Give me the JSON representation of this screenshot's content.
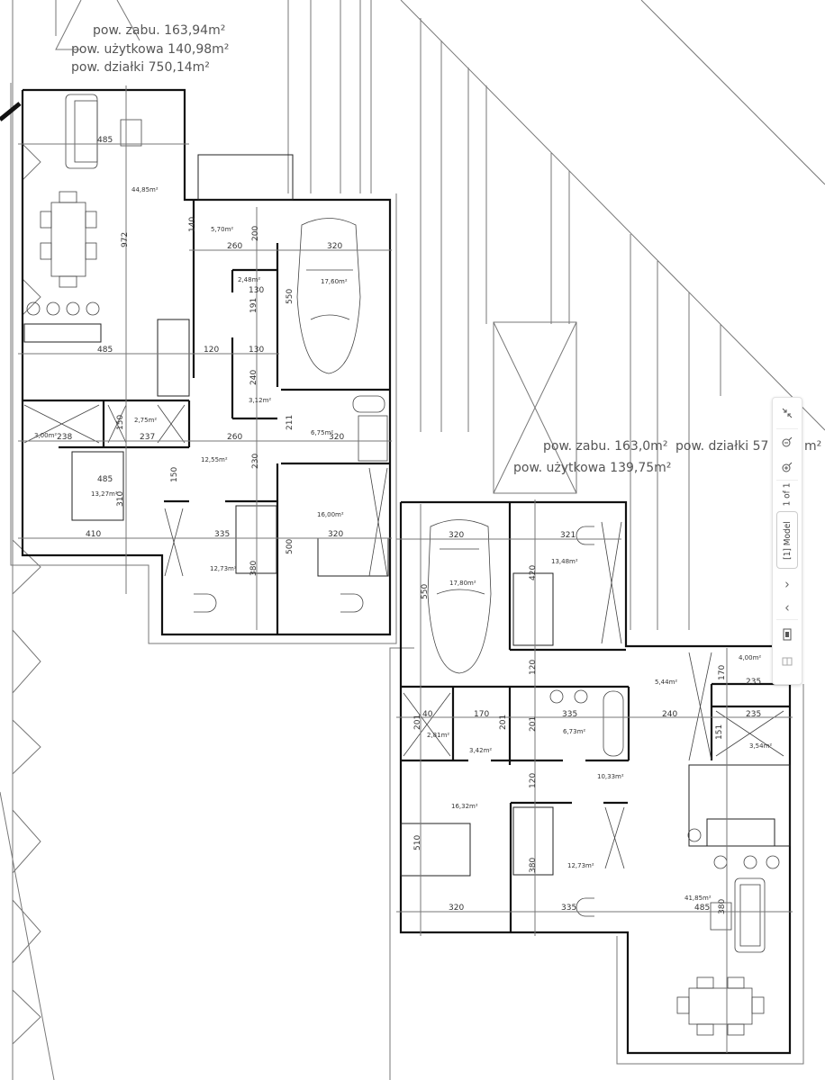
{
  "left_house": {
    "summary": [
      "pow. zabu. 163,94m²",
      "pow. użytkowa 140,98m²",
      "pow. działki 750,14m²"
    ],
    "areas": [
      "44,85m²",
      "5,70m²",
      "17,60m²",
      "2,48m²",
      "3,12m²",
      "6,75m²",
      "2,75m²",
      "3,00m²",
      "12,55m²",
      "13,27m²",
      "16,00m²",
      "12,73m²"
    ],
    "dims": [
      "485",
      "972",
      "140",
      "200",
      "260",
      "320",
      "130",
      "191",
      "550",
      "485",
      "120",
      "130",
      "240",
      "211",
      "238",
      "237",
      "260",
      "320",
      "150",
      "230",
      "150",
      "485",
      "310",
      "410",
      "335",
      "320",
      "500",
      "380"
    ]
  },
  "right_house": {
    "summary": [
      "pow. zabu. 163,0m²",
      "pow. działki 57",
      "m²",
      "pow. użytkowa 139,75m²"
    ],
    "areas": [
      "17,80m²",
      "13,48m²",
      "5,44m²",
      "4,00m²",
      "2,81m²",
      "3,42m²",
      "6,73m²",
      "3,54m²",
      "10,33m²",
      "16,32m²",
      "12,73m²",
      "41,85m²"
    ],
    "dims": [
      "320",
      "321",
      "550",
      "420",
      "120",
      "170",
      "235",
      "40",
      "170",
      "335",
      "240",
      "235",
      "201",
      "201",
      "201",
      "151",
      "120",
      "510",
      "380",
      "320",
      "335",
      "485",
      "380"
    ]
  },
  "toolbar": {
    "page_indicator": "1 of 1",
    "layout_tab": "[1] Model",
    "icons": [
      "collapse-icon",
      "zoom-out-icon",
      "zoom-in-icon",
      "next-icon",
      "previous-icon",
      "print-icon",
      "layout-icon"
    ],
    "next": "›",
    "prev": "‹"
  }
}
